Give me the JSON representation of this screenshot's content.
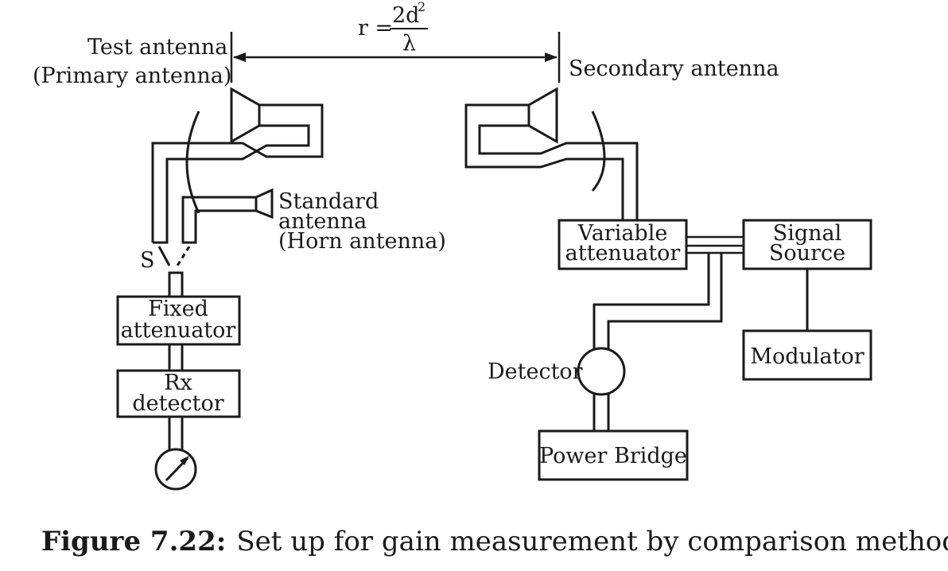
{
  "diagram": {
    "distance_formula": {
      "lhs": "r =",
      "numerator": "2d",
      "exponent": "2",
      "denominator": "λ"
    },
    "labels": {
      "test_antenna_line1": "Test antenna",
      "test_antenna_line2": "(Primary antenna)",
      "secondary_antenna": "Secondary antenna",
      "standard_antenna_line1": "Standard",
      "standard_antenna_line2": "antenna",
      "standard_antenna_line3": "(Horn antenna)",
      "switch": "S",
      "detector": "Detector"
    },
    "boxes": {
      "fixed_attenuator_line1": "Fixed",
      "fixed_attenuator_line2": "attenuator",
      "rx_detector_line1": "Rx",
      "rx_detector_line2": "detector",
      "variable_attenuator_line1": "Variable",
      "variable_attenuator_line2": "attenuator",
      "signal_source_line1": "Signal",
      "signal_source_line2": "Source",
      "modulator": "Modulator",
      "power_bridge": "Power Bridge"
    }
  },
  "caption": {
    "number": "Figure 7.22:",
    "text": "Set up for gain measurement by comparison method"
  }
}
